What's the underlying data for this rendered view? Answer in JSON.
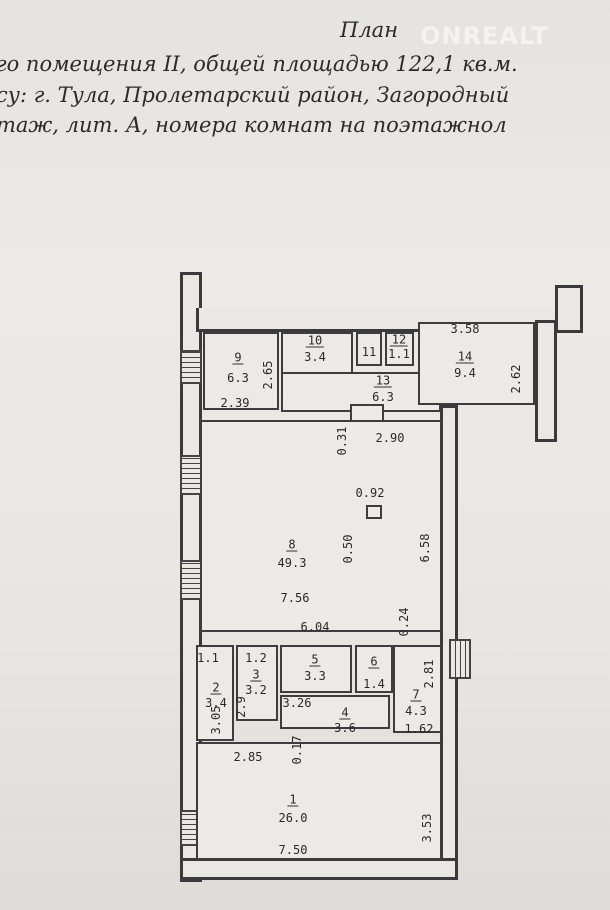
{
  "header": {
    "title": "План",
    "line1": "го помещения II, общей площадью 122,1 кв.м.",
    "line2": "су:  г. Тула, Пролетарский район, Загородный",
    "line3": "таж,  лит. А, номера комнат на поэтажнол",
    "watermark": "ONREALT"
  },
  "rooms": [
    {
      "num": "9",
      "area": "6.3"
    },
    {
      "num": "10",
      "area": "3.4"
    },
    {
      "num": "11",
      "area": ""
    },
    {
      "num": "12",
      "area": "1.1"
    },
    {
      "num": "13",
      "area": "6.3"
    },
    {
      "num": "14",
      "area": "9.4"
    },
    {
      "num": "8",
      "area": "49.3"
    },
    {
      "num": "2",
      "area": "3.4"
    },
    {
      "num": "3",
      "area": "3.2"
    },
    {
      "num": "5",
      "area": "3.3"
    },
    {
      "num": "6",
      "area": "1.4"
    },
    {
      "num": "4",
      "area": "3.6"
    },
    {
      "num": "7",
      "area": "4.3"
    },
    {
      "num": "1",
      "area": "26.0"
    }
  ],
  "dims": {
    "d265": "2.65",
    "d239": "2.39",
    "d358": "3.58",
    "d262": "2.62",
    "d031": "0.31",
    "d290": "2.90",
    "d050": "0.50",
    "d092": "0.92",
    "d658": "6.58",
    "d756": "7.56",
    "d604": "6.04",
    "d024": "0.24",
    "d11": "1.1",
    "d12": "1.2",
    "d305": "3.05",
    "d29": "2.9",
    "d326": "3.26",
    "d162": "1.62",
    "d281": "2.81",
    "d285": "2.85",
    "d017": "0.17",
    "d353": "3.53",
    "d750": "7.50"
  }
}
